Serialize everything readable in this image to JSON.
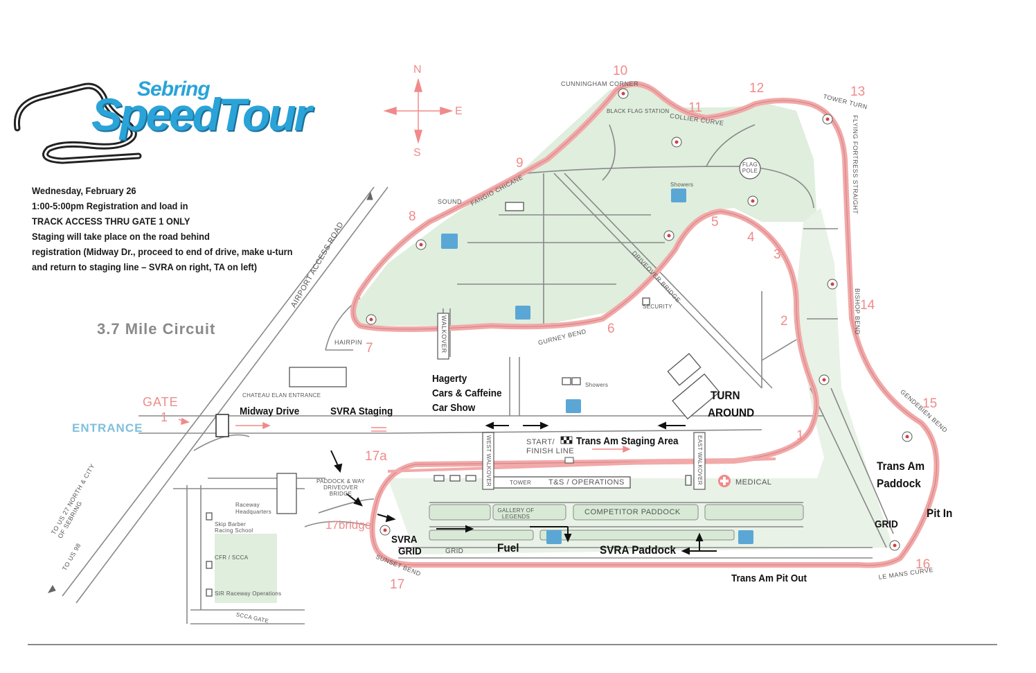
{
  "logo": {
    "line1": "Sebring",
    "line2": "SpeedTour"
  },
  "compass": {
    "n": "N",
    "s": "S",
    "e": "E"
  },
  "info": {
    "lines": [
      "Wednesday, February 26",
      "1:00-5:00pm Registration and load in",
      "TRACK ACCESS THRU GATE 1 ONLY",
      "Staging will take place on the road behind",
      "registration (Midway Dr., proceed to end of drive, make u-turn",
      "and return to staging line – SVRA on right, TA on left)"
    ]
  },
  "circuit": {
    "label": "3.7  Mile  Circuit"
  },
  "turns": {
    "t1": "1",
    "t2": "2",
    "t3": "3",
    "t4": "4",
    "t5": "5",
    "t6": "6",
    "t7": "7",
    "t8": "8",
    "t9": "9",
    "t10": "10",
    "t11": "11",
    "t12": "12",
    "t13": "13",
    "t14": "14",
    "t15": "15",
    "t16": "16",
    "t17": "17",
    "t17a": "17a",
    "t17bridge": "17bridge"
  },
  "corner_names": {
    "cunningham": "CUNNINGHAM CORNER",
    "black_flag": "BLACK FLAG STATION",
    "collier": "COLLIER CURVE",
    "tower_turn": "TOWER TURN",
    "flying_fortress": "FLYING FORTRESS STRAIGHT",
    "fangio": "FANGIO CHICANE",
    "sound": "SOUND",
    "flag_pole": "FLAG POLE",
    "showers_top": "Showers",
    "driveover_bridge": "DRIVEOVER BRIDGE",
    "security": "SECURITY",
    "bishop": "BISHOP BEND",
    "hairpin": "HAIRPIN",
    "gurney": "GURNEY BEND",
    "walkover": "WALKOVER",
    "genesis": "GENDEBIEN BEND",
    "le_mans": "LE MANS CURVE",
    "sunset": "SUNSET BEND"
  },
  "facilities": {
    "chateau": "CHATEAU ELAN ENTRANCE",
    "showers": "Showers",
    "west_walkover": "WEST WALKOVER",
    "east_walkover": "EAST WALKOVER",
    "start_finish": "START/",
    "finish_line": "FINISH LINE",
    "tower": "TOWER",
    "ts_ops": "T&S / OPERATIONS",
    "medical": "MEDICAL",
    "gallery": "GALLERY OF LEGENDS",
    "competitor_paddock": "COMPETITOR PADDOCK",
    "grid": "GRID",
    "paddock_bridge": "PADDOCK & WAY DRIVEOVER BRIDGE",
    "raceway_hq": "Raceway Headquarters",
    "skip_barber": "Skip Barber Racing School",
    "cfr_scca": "CFR / SCCA",
    "sir_ops": "SIR Raceway Operations",
    "scca_gate": "SCCA GATE",
    "airport_road": "AIRPORT ACCESS ROAD",
    "us27": "TO US 27 NORTH & CITY OF SEBRING",
    "us98": "TO US 98"
  },
  "annotations": {
    "gate": "GATE",
    "gate_num": "1",
    "entrance": "ENTRANCE",
    "midway": "Midway Drive",
    "svra_staging": "SVRA Staging",
    "hagerty1": "Hagerty",
    "hagerty2": "Cars & Caffeine",
    "hagerty3": "Car Show",
    "turn_around1": "TURN",
    "turn_around2": "AROUND",
    "ta_staging": "Trans Am Staging Area",
    "trans_am_paddock1": "Trans Am",
    "trans_am_paddock2": "Paddock",
    "pit_in": "Pit In",
    "grid_right": "GRID",
    "svra_grid1": "SVRA",
    "svra_grid2": "GRID",
    "fuel": "Fuel",
    "svra_paddock": "SVRA Paddock",
    "ta_pit_out": "Trans Am Pit Out"
  },
  "colors": {
    "track": "#f2a9a9",
    "infield": "#dfeedd",
    "accent_blue": "#2aa3d8",
    "restroom": "#5aa7d6",
    "road": "#777777"
  }
}
